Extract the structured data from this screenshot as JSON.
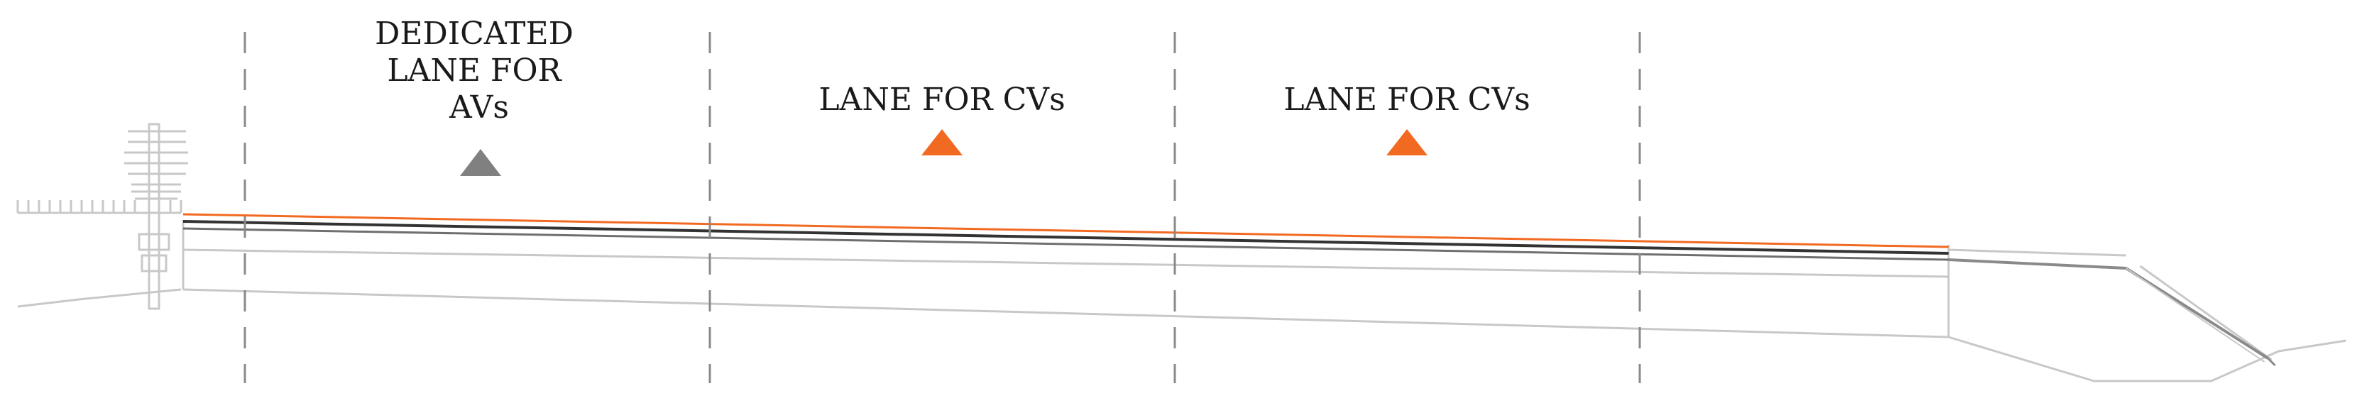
{
  "colors": {
    "background": "#ffffff",
    "structure": "#c8c8c8",
    "divider": "#8a8a8a",
    "pavement_dark": "#333333",
    "pavement_mid": "#6f6f6f",
    "cv_marker": "#f26a21",
    "av_marker": "#808080",
    "text": "#1a1a1a"
  },
  "lanes": [
    {
      "id": "av",
      "label_lines": [
        "DEDICATED",
        "LANE FOR",
        "AVs"
      ],
      "marker": "gray-triangle"
    },
    {
      "id": "cv1",
      "label_lines": [
        "LANE FOR CVs"
      ],
      "marker": "orange-triangle"
    },
    {
      "id": "cv2",
      "label_lines": [
        "LANE FOR CVs"
      ],
      "marker": "orange-triangle"
    }
  ],
  "lane_count": 3,
  "icons": [
    "utility-pole-icon",
    "fence-icon"
  ]
}
